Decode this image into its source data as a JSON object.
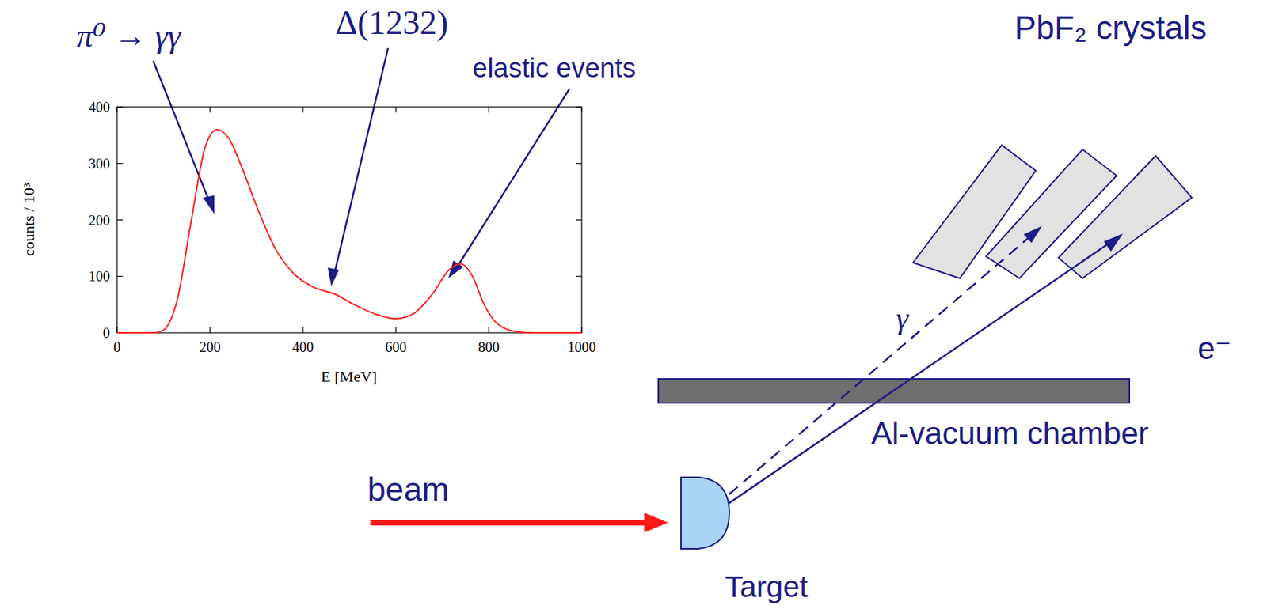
{
  "diagram": {
    "labels": [
      "π⁰ → γγ",
      "Δ(1232)",
      "elastic events",
      "PbF₂ crystals",
      "γ",
      "e⁻",
      "Al-vacuum chamber",
      "beam",
      "Target",
      "counts / 10³",
      "E [MeV]",
      "0",
      "100",
      "200",
      "300",
      "400",
      "0",
      "200",
      "400",
      "600",
      "800",
      "1000"
    ]
  }
}
